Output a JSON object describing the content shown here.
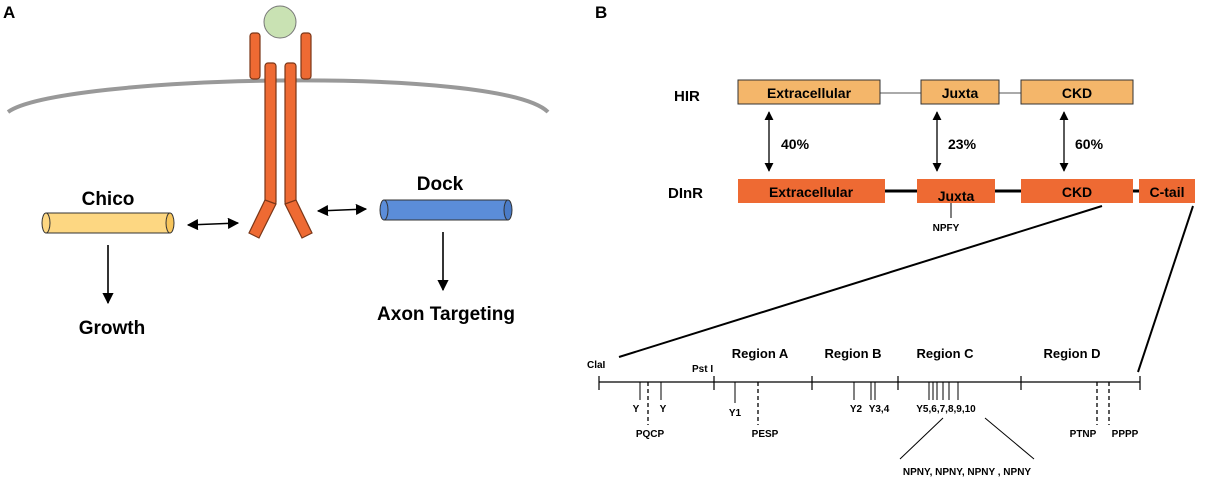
{
  "panel_a": {
    "letter": "A",
    "chico_label": "Chico",
    "dock_label": "Dock",
    "growth_label": "Growth",
    "axon_label": "Axon Targeting",
    "colors": {
      "receptor": "#ee6a33",
      "ligand": "#c9e2b3",
      "chico": "#fdd782",
      "dock": "#5b8dd9",
      "membrane": "#999999"
    }
  },
  "panel_b": {
    "letter": "B",
    "hir_label": "HIR",
    "dinr_label": "DInR",
    "hir_domains": [
      "Extracellular",
      "Juxta",
      "CKD"
    ],
    "dinr_domains": [
      "Extracellular",
      "Juxta",
      "CKD",
      "C-tail"
    ],
    "identities": [
      "40%",
      "23%",
      "60%"
    ],
    "npfy": "NPFY",
    "colors": {
      "hir": "#f4b66a",
      "dinr": "#ee6a33"
    },
    "map": {
      "clal": "ClaI",
      "pst": "Pst I",
      "regions": [
        "Region A",
        "Region B",
        "Region C",
        "Region D"
      ],
      "y_left_1": "Y",
      "y_left_2": "Y",
      "pqcp": "PQCP",
      "y1": "Y1",
      "pesp": "PESP",
      "y2": "Y2",
      "y34": "Y3,4",
      "y5_10": "Y5,6,7,8,9,10",
      "ptnp": "PTNP",
      "pppp": "PPPP",
      "npny": "NPNY, NPNY,  NPNY , NPNY"
    }
  }
}
